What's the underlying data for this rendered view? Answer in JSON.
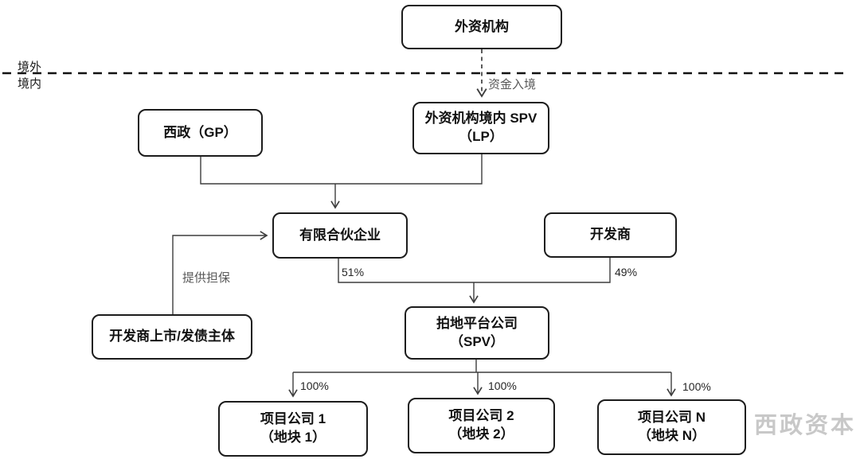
{
  "regions": {
    "offshore": "境外",
    "onshore": "境内"
  },
  "nodes": {
    "foreign_institution": {
      "label": "外资机构"
    },
    "gp": {
      "label": "西政（GP）"
    },
    "domestic_spv": {
      "line1": "外资机构境内 SPV",
      "line2": "（LP）"
    },
    "limited_partnership": {
      "label": "有限合伙企业"
    },
    "developer": {
      "label": "开发商"
    },
    "developer_listed": {
      "label": "开发商上市/发债主体"
    },
    "land_platform": {
      "line1": "拍地平台公司",
      "line2": "（SPV）"
    },
    "project1": {
      "line1": "项目公司 1",
      "line2": "（地块 1）"
    },
    "project2": {
      "line1": "项目公司 2",
      "line2": "（地块 2）"
    },
    "projectN": {
      "line1": "项目公司 N",
      "line2": "（地块 N）"
    }
  },
  "edge_labels": {
    "capital_inbound": "资金入境",
    "guarantee": "提供担保",
    "lp_share": "51%",
    "dev_share": "49%",
    "p1_share": "100%",
    "p2_share": "100%",
    "pn_share": "100%"
  },
  "watermark": {
    "text": "西政资本",
    "icon": "wechat-logo-icon"
  },
  "colors": {
    "box_border": "#1c1c1c",
    "connector": "#3d3d3d",
    "boundary_line": "#111111",
    "gray_label": "#595959",
    "watermark": "#c8c8c8",
    "background": "#ffffff"
  }
}
